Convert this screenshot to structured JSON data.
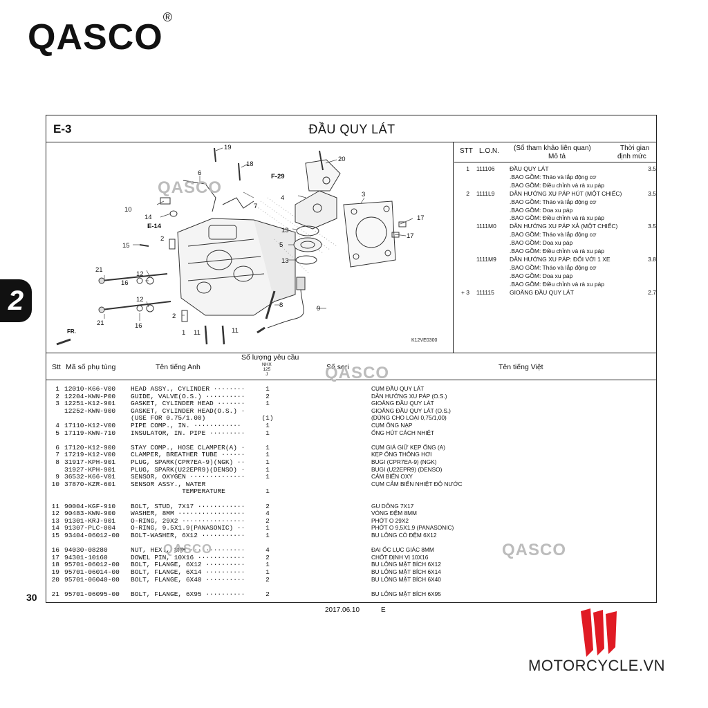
{
  "brand": {
    "logo": "QASCO",
    "reg": "®",
    "watermark": "QASCO",
    "site_logo": "MOTORCYCLE.VN",
    "site_color": "#e01b24"
  },
  "side_tab": "2",
  "page_number": "30",
  "footer": {
    "date": "2017.06.10",
    "code": "E"
  },
  "section": {
    "code": "E-3",
    "title": "ĐẦU QUY LÁT"
  },
  "diagram": {
    "image_code": "K12VE0300",
    "callouts": [
      "20",
      "19",
      "6",
      "18",
      "F-29",
      "4",
      "3",
      "7",
      "10",
      "14",
      "13",
      "17",
      "E-14",
      "5",
      "17",
      "13",
      "2",
      "15",
      "21",
      "12",
      "16",
      "9",
      "8",
      "12",
      "16",
      "21",
      "2",
      "1",
      "11",
      "11",
      "FR."
    ]
  },
  "ref": {
    "headers": {
      "stt": "STT",
      "lon": "L.O.N.",
      "desc1": "(Số tham khảo liên quan)",
      "desc2": "Mô tả",
      "time1": "Thời gian",
      "time2": "định mức"
    },
    "rows": [
      {
        "stt": "1",
        "lon": "111106",
        "desc": "ĐẦU QUY LÁT",
        "time": "3.5"
      },
      {
        "stt": "",
        "lon": "",
        "desc": ".BAO GỒM: Tháo và lắp động cơ",
        "time": ""
      },
      {
        "stt": "",
        "lon": "",
        "desc": ".BAO GỒM: Điều chỉnh và rà xu páp",
        "time": ""
      },
      {
        "stt": "2",
        "lon": "1111L9",
        "desc": "DẪN HƯỚNG XU PÁP HÚT (MỘT CHIẾC)",
        "time": "3.5"
      },
      {
        "stt": "",
        "lon": "",
        "desc": ".BAO GỒM: Tháo và lắp động cơ",
        "time": ""
      },
      {
        "stt": "",
        "lon": "",
        "desc": ".BAO GỒM: Doa xu páp",
        "time": ""
      },
      {
        "stt": "",
        "lon": "",
        "desc": ".BAO GỒM: Điều chỉnh và rà xu páp",
        "time": ""
      },
      {
        "stt": "",
        "lon": "1111M0",
        "desc": "DẪN HƯỚNG XU PÁP XẢ (MỘT CHIẾC)",
        "time": "3.5"
      },
      {
        "stt": "",
        "lon": "",
        "desc": ".BAO GỒM: Tháo và lắp động cơ",
        "time": ""
      },
      {
        "stt": "",
        "lon": "",
        "desc": ".BAO GỒM: Doa xu páp",
        "time": ""
      },
      {
        "stt": "",
        "lon": "",
        "desc": ".BAO GỒM: Điều chỉnh và rà xu páp",
        "time": ""
      },
      {
        "stt": "",
        "lon": "1111M9",
        "desc": "DẪN HƯỚNG XU PÁP: ĐỐI VỚI 1 XE",
        "time": "3.8"
      },
      {
        "stt": "",
        "lon": "",
        "desc": ".BAO GỒM: Tháo và lắp động cơ",
        "time": ""
      },
      {
        "stt": "",
        "lon": "",
        "desc": ".BAO GỒM: Doa xu páp",
        "time": ""
      },
      {
        "stt": "",
        "lon": "",
        "desc": ".BAO GỒM: Điều chỉnh và rà xu páp",
        "time": ""
      },
      {
        "stt": "+ 3",
        "lon": "111115",
        "desc": "GIOĂNG ĐẦU QUY LÁT",
        "time": "2.7"
      }
    ]
  },
  "parts": {
    "headers": {
      "stt": "Stt",
      "code": "Mã số phụ tùng",
      "en": "Tên tiếng Anh",
      "qty": "Số lượng yêu cầu",
      "qty_sub": "NHX\n125\nJ",
      "serial": "Số seri",
      "vn": "Tên tiếng Việt"
    },
    "rows": [
      {
        "stt": "1",
        "code": "12010-K66-V00",
        "en": "HEAD ASSY., CYLINDER ········",
        "qty": "1",
        "vn": "CỤM ĐẦU QUY LÁT"
      },
      {
        "stt": "2",
        "code": "12204-KWN-P00",
        "en": "GUIDE, VALVE(O.S.) ··········",
        "qty": "2",
        "vn": "DẪN HƯỚNG XU PÁP (O.S.)"
      },
      {
        "stt": "3",
        "code": "12251-K12-901",
        "en": "GASKET, CYLINDER HEAD ·······",
        "qty": "1",
        "vn": "GIOĂNG ĐẦU QUY LÁT"
      },
      {
        "stt": "",
        "code": "12252-KWN-900",
        "en": "GASKET, CYLINDER HEAD(O.S.) ·",
        "qty": "",
        "vn": "GIOĂNG ĐẦU QUY LÁT (O.S.)"
      },
      {
        "stt": "",
        "code": "",
        "en": "(USE FOR 0.75/1.00)",
        "qty": "(1)",
        "vn": "(DÙNG CHO LOẠI 0,75/1,00)"
      },
      {
        "stt": "4",
        "code": "17110-K12-V00",
        "en": "PIPE COMP., IN. ············",
        "qty": "1",
        "vn": "CỤM ỐNG NẠP"
      },
      {
        "stt": "5",
        "code": "17119-KWN-710",
        "en": "INSULATOR, IN. PIPE ·········",
        "qty": "1",
        "vn": "ỐNG HÚT CÁCH NHIỆT"
      },
      {
        "stt": "6",
        "code": "17120-K12-900",
        "en": "STAY COMP., HOSE CLAMPER(A) ·",
        "qty": "1",
        "vn": "CỤM GIÁ GIỮ KẸP ỐNG (A)"
      },
      {
        "stt": "7",
        "code": "17219-K12-V00",
        "en": "CLAMPER, BREATHER TUBE ······",
        "qty": "1",
        "vn": "KẸP ỐNG THÔNG HƠI"
      },
      {
        "stt": "8",
        "code": "31917-KPH-901",
        "en": "PLUG, SPARK(CPR7EA-9)(NGK) ··",
        "qty": "1",
        "vn": "BUGI (CPR7EA-9) (NGK)"
      },
      {
        "stt": "",
        "code": "31927-KPH-901",
        "en": "PLUG, SPARK(U22EPR9)(DENSO) ·",
        "qty": "1",
        "vn": "BUGI (U22EPR9) (DENSO)"
      },
      {
        "stt": "9",
        "code": "36532-K66-V01",
        "en": "SENSOR, OXYGEN ··············",
        "qty": "1",
        "vn": "CẢM BIẾN OXY"
      },
      {
        "stt": "10",
        "code": "37870-KZR-601",
        "en": "SENSOR ASSY., WATER",
        "qty": "",
        "vn": "CỤM CẢM BIẾN NHIỆT ĐỘ NƯỚC"
      },
      {
        "stt": "",
        "code": "",
        "en": "             TEMPERATURE",
        "qty": "1",
        "vn": ""
      },
      {
        "stt": "11",
        "code": "90004-KGF-910",
        "en": "BOLT, STUD, 7X17 ············",
        "qty": "2",
        "vn": "GU DÔNG 7X17"
      },
      {
        "stt": "12",
        "code": "90483-KWN-900",
        "en": "WASHER, 8MM ·················",
        "qty": "4",
        "vn": "VÒNG ĐỆM 8MM"
      },
      {
        "stt": "13",
        "code": "91301-KRJ-901",
        "en": "O-RING, 29X2 ················",
        "qty": "2",
        "vn": "PHỚT O 29X2"
      },
      {
        "stt": "14",
        "code": "91307-PLC-004",
        "en": "O-RING, 9.5X1.9(PANASONIC) ··",
        "qty": "1",
        "vn": "PHỚT O 9,5X1,9 (PANASONIC)"
      },
      {
        "stt": "15",
        "code": "93404-06012-00",
        "en": "BOLT-WASHER, 6X12 ···········",
        "qty": "1",
        "vn": "BU LÔNG CÓ ĐỆM 6X12"
      },
      {
        "stt": "16",
        "code": "94030-08280",
        "en": "NUT, HEX., 8MM ··············",
        "qty": "4",
        "vn": "ĐAI ỐC LỤC GIÁC 8MM"
      },
      {
        "stt": "17",
        "code": "94301-10160",
        "en": "DOWEL PIN, 10X16 ············",
        "qty": "2",
        "vn": "CHỐT ĐỊNH VỊ 10X16"
      },
      {
        "stt": "18",
        "code": "95701-06012-00",
        "en": "BOLT, FLANGE, 6X12 ··········",
        "qty": "1",
        "vn": "BU LÔNG MẶT BÍCH 6X12"
      },
      {
        "stt": "19",
        "code": "95701-06014-00",
        "en": "BOLT, FLANGE, 6X14 ··········",
        "qty": "1",
        "vn": "BU LÔNG MẶT BÍCH 6X14"
      },
      {
        "stt": "20",
        "code": "95701-06040-00",
        "en": "BOLT, FLANGE, 6X40 ··········",
        "qty": "2",
        "vn": "BU LÔNG MẶT BÍCH 6X40"
      },
      {
        "stt": "21",
        "code": "95701-06095-00",
        "en": "BOLT, FLANGE, 6X95 ··········",
        "qty": "2",
        "vn": "BU LÔNG MẶT BÍCH 6X95"
      }
    ]
  }
}
